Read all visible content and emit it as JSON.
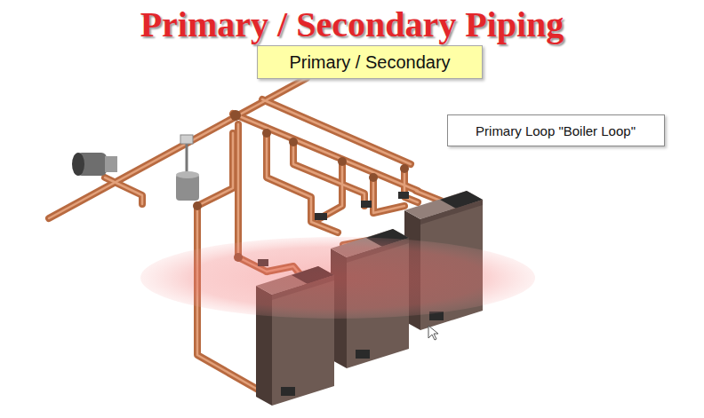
{
  "diagram": {
    "title": "Primary / Secondary Piping",
    "nodes": [
      {
        "text": [
          "Primary / Secondary"
        ]
      },
      {
        "text": [
          "Primary Loop \"Boiler Loop\""
        ]
      }
    ]
  }
}
